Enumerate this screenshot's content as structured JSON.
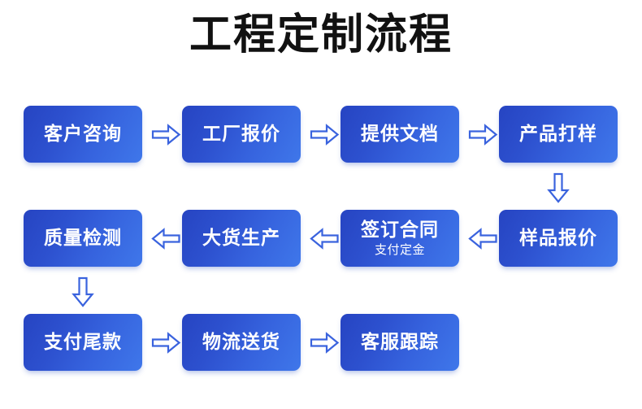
{
  "page": {
    "title": "工程定制流程",
    "background": "#ffffff",
    "accent": "#2e57d6",
    "accent_light": "#3f77ea",
    "text_on_accent": "#ffffff",
    "title_color": "#111111"
  },
  "flow": {
    "rows": [
      {
        "direction": "right",
        "nodes": [
          {
            "id": "node-1",
            "label": "客户咨询",
            "sublabel": ""
          },
          {
            "id": "node-2",
            "label": "工厂报价",
            "sublabel": ""
          },
          {
            "id": "node-3",
            "label": "提供文档",
            "sublabel": ""
          },
          {
            "id": "node-4",
            "label": "产品打样",
            "sublabel": ""
          }
        ]
      },
      {
        "direction": "left",
        "nodes": [
          {
            "id": "node-8",
            "label": "质量检测",
            "sublabel": ""
          },
          {
            "id": "node-7",
            "label": "大货生产",
            "sublabel": ""
          },
          {
            "id": "node-6",
            "label": "签订合同",
            "sublabel": "支付定金"
          },
          {
            "id": "node-5",
            "label": "样品报价",
            "sublabel": ""
          }
        ]
      },
      {
        "direction": "right",
        "nodes": [
          {
            "id": "node-9",
            "label": "支付尾款",
            "sublabel": ""
          },
          {
            "id": "node-10",
            "label": "物流送货",
            "sublabel": ""
          },
          {
            "id": "node-11",
            "label": "客服跟踪",
            "sublabel": ""
          }
        ]
      }
    ],
    "connectors": [
      {
        "id": "arrow-r1-1",
        "icon": "arrow-right-icon",
        "direction": "right"
      },
      {
        "id": "arrow-r1-2",
        "icon": "arrow-right-icon",
        "direction": "right"
      },
      {
        "id": "arrow-r1-3",
        "icon": "arrow-right-icon",
        "direction": "right"
      },
      {
        "id": "arrow-down-right",
        "icon": "arrow-down-icon",
        "direction": "down"
      },
      {
        "id": "arrow-r2-1",
        "icon": "arrow-left-icon",
        "direction": "left"
      },
      {
        "id": "arrow-r2-2",
        "icon": "arrow-left-icon",
        "direction": "left"
      },
      {
        "id": "arrow-r2-3",
        "icon": "arrow-left-icon",
        "direction": "left"
      },
      {
        "id": "arrow-down-left",
        "icon": "arrow-down-icon",
        "direction": "down"
      },
      {
        "id": "arrow-r3-1",
        "icon": "arrow-right-icon",
        "direction": "right"
      },
      {
        "id": "arrow-r3-2",
        "icon": "arrow-right-icon",
        "direction": "right"
      }
    ]
  }
}
